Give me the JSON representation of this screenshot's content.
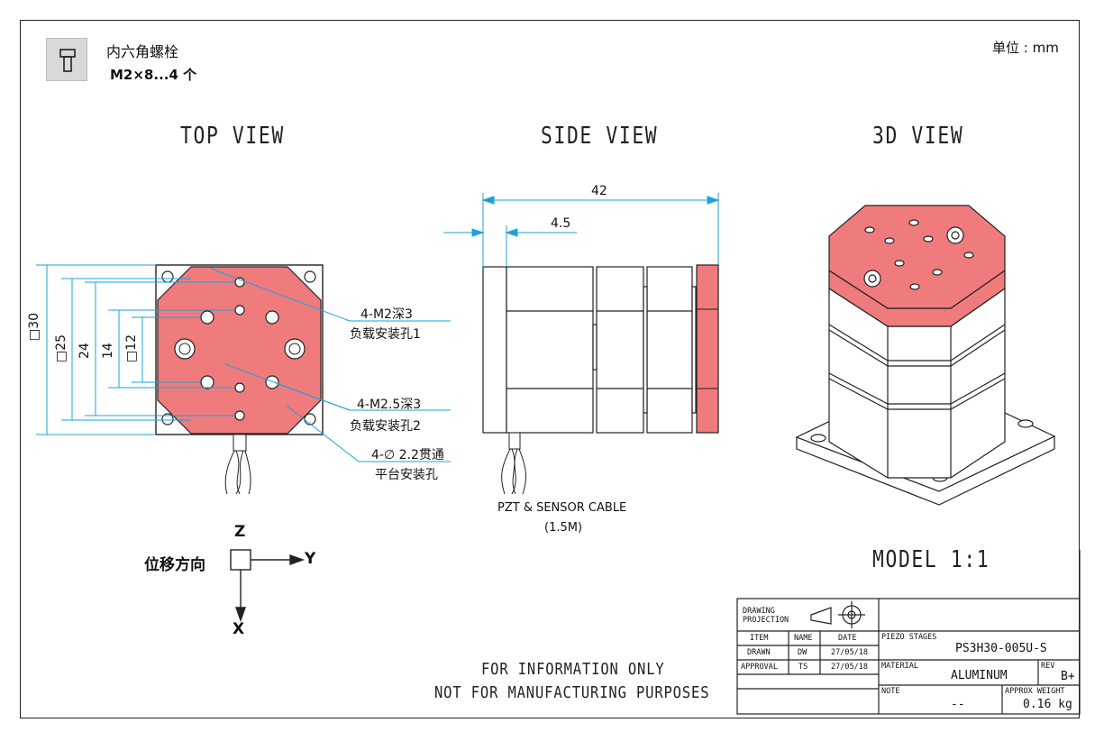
{
  "header": {
    "part_name": "内六角螺栓",
    "part_spec": "M2×8...4 个",
    "unit": "单位 : mm"
  },
  "views": {
    "top": "TOP VIEW",
    "side": "SIDE VIEW",
    "iso": "3D VIEW",
    "model": "MODEL 1:1"
  },
  "top_view": {
    "dims": [
      "□30",
      "□25",
      "24",
      "14",
      "□12"
    ],
    "callouts": [
      {
        "line1": "4-M2深3",
        "line2": "负载安装孔1"
      },
      {
        "line1": "4-M2.5深3",
        "line2": "负载安装孔2"
      },
      {
        "line1": "4-∅ 2.2贯通",
        "line2": "平台安装孔"
      }
    ]
  },
  "side_view": {
    "dim_total": "42",
    "dim_offset": "4.5",
    "cable_line1": "PZT & SENSOR CABLE",
    "cable_line2": "(1.5M)"
  },
  "axes": {
    "label": "位移方向",
    "z": "Z",
    "y": "Y",
    "x": "X"
  },
  "notes": {
    "line1": "FOR INFORMATION ONLY",
    "line2": "NOT FOR MANUFACTURING PURPOSES"
  },
  "title_block": {
    "projection_label_1": "DRAWING",
    "projection_label_2": "PROJECTION",
    "col_item": "ITEM",
    "col_name": "NAME",
    "col_date": "DATE",
    "row1_item": "DRAWN",
    "row1_name": "DW",
    "row1_date": "27/05/18",
    "row2_item": "APPROVAL",
    "row2_name": "TS",
    "row2_date": "27/05/18",
    "category_label": "PIEZO STAGES",
    "part_number": "PS3H30-005U-S",
    "material_label": "MATERIAL",
    "material": "ALUMINUM",
    "rev_label": "REV",
    "rev": "B+",
    "note_label": "NOTE",
    "note": "--",
    "weight_label": "APPROX WEIGHT",
    "weight": "0.16 kg"
  },
  "colors": {
    "platform": "#ef7b7d",
    "dimension": "#1aa3d9",
    "line": "#222222"
  }
}
